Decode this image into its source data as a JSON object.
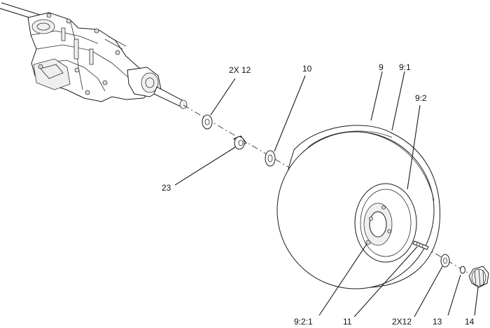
{
  "callouts": {
    "washer_top": "2X 12",
    "spacer_washer": "10",
    "tire": "9",
    "tire_valve": "9:1",
    "wheel_rim": "9:2",
    "bushing": "23",
    "rim_stud": "9:2:1",
    "key": "11",
    "washer_bottom": "2X12",
    "retaining_ring": "13",
    "cap": "14"
  }
}
